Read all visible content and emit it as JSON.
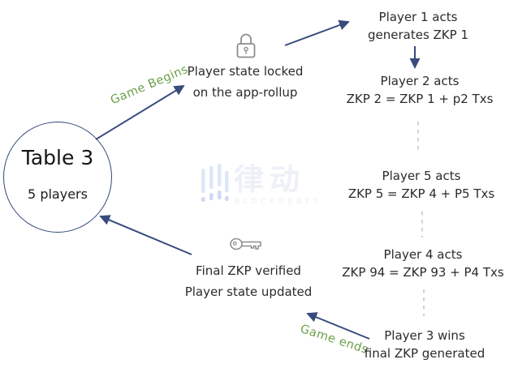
{
  "colors": {
    "arrow_navy": "#374b7d",
    "circle_navy": "#33487a",
    "label_green": "#6ba04b",
    "icon_gray": "#8e8e8e",
    "dash_gray": "#b9b9b9",
    "watermark_blue": "#dfe6f6",
    "watermark_blue_dark": "#cfd9f2"
  },
  "table_node": {
    "title": "Table 3",
    "subtitle": "5 players"
  },
  "flow_labels": {
    "game_begins": "Game Begins",
    "game_ends": "Game ends"
  },
  "lock_step": {
    "icon": "lock-icon",
    "line1": "Player state locked",
    "line2": "on the app-rollup"
  },
  "verify_step": {
    "icon": "key-icon",
    "line1": "Final ZKP verified",
    "line2": "Player state updated"
  },
  "player_steps": [
    {
      "line1": "Player 1 acts",
      "line2": "generates ZKP 1"
    },
    {
      "line1": "Player 2 acts",
      "line2": "ZKP 2 = ZKP 1 + p2 Txs"
    },
    {
      "line1": "Player 5 acts",
      "line2": "ZKP 5 = ZKP 4 + P5 Txs"
    },
    {
      "line1": "Player 4 acts",
      "line2": "ZKP 94 = ZKP 93 + P4 Txs"
    },
    {
      "line1": "Player 3 wins",
      "line2": "final ZKP generated"
    }
  ],
  "watermark": {
    "icon": "equalizer-bars-icon",
    "cn": "律动",
    "en": "BLOCKBEATS"
  }
}
